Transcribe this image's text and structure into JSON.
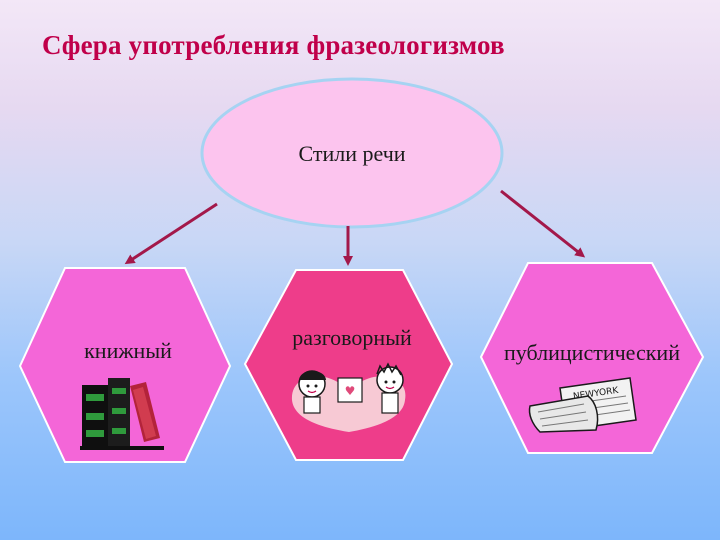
{
  "title": "Сфера употребления фразеологизмов",
  "center": {
    "label": "Стили речи"
  },
  "styles": [
    {
      "label": "книжный",
      "icon": "books-icon"
    },
    {
      "label": "разговорный",
      "icon": "children-talking-icon"
    },
    {
      "label": "публицистический",
      "icon": "newspapers-icon"
    }
  ],
  "colors": {
    "title": "#c0004a",
    "ellipse_fill": "#fcc4ee",
    "hex_fill": "#f466d8",
    "hex_center_fill": "#ee3d8a",
    "arrow": "#a3184a"
  }
}
